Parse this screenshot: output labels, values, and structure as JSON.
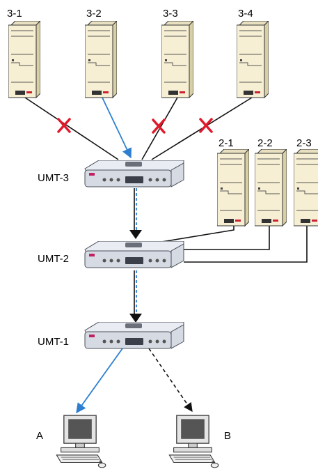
{
  "servers_top": [
    {
      "id": "3-1",
      "label": "3-1",
      "link": "blocked"
    },
    {
      "id": "3-2",
      "label": "3-2",
      "link": "active"
    },
    {
      "id": "3-3",
      "label": "3-3",
      "link": "blocked"
    },
    {
      "id": "3-4",
      "label": "3-4",
      "link": "blocked"
    }
  ],
  "servers_mid": [
    {
      "id": "2-1",
      "label": "2-1"
    },
    {
      "id": "2-2",
      "label": "2-2"
    },
    {
      "id": "2-3",
      "label": "2-3"
    }
  ],
  "switches": [
    {
      "id": "umt-3",
      "label": "UMT-3"
    },
    {
      "id": "umt-2",
      "label": "UMT-2"
    },
    {
      "id": "umt-1",
      "label": "UMT-1"
    }
  ],
  "consoles": [
    {
      "id": "a",
      "label": "A",
      "link": "active"
    },
    {
      "id": "b",
      "label": "B",
      "link": "inactive"
    }
  ],
  "colors": {
    "active_link": "#2f7fd0",
    "blocked_mark": "#e0192b",
    "cable": "#111111"
  }
}
